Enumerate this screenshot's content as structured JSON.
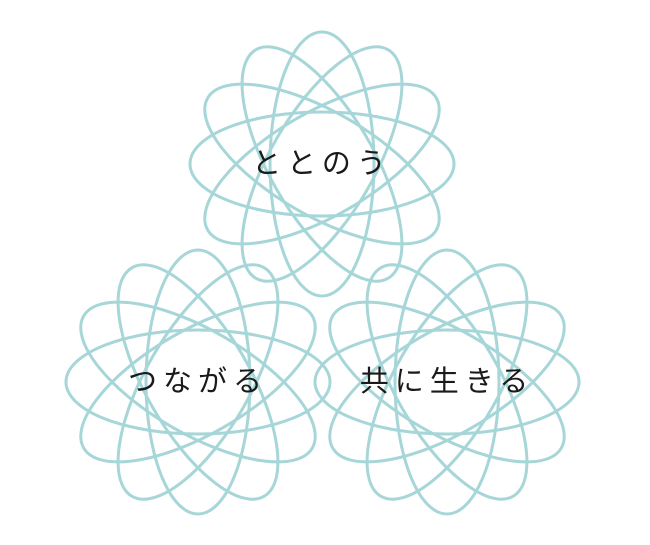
{
  "diagram": {
    "stroke_color": "#a6d6d8",
    "flowers": [
      {
        "id": "top",
        "label": "ととのう"
      },
      {
        "id": "left",
        "label": "つながる"
      },
      {
        "id": "right",
        "label": "共に生きる"
      }
    ]
  }
}
